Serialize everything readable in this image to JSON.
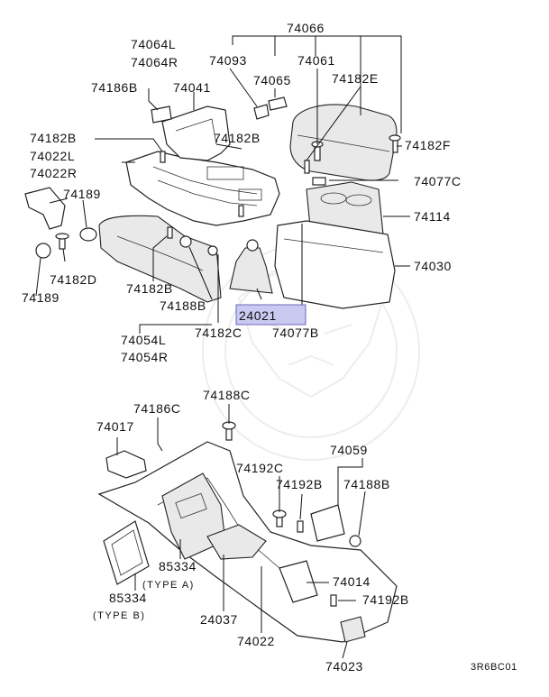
{
  "diagram": {
    "labels": {
      "p74066": "74066",
      "p74064L": "74064L",
      "p74064R": "74064R",
      "p74093": "74093",
      "p74061": "74061",
      "p74065": "74065",
      "p74182E": "74182E",
      "p74186B": "74186B",
      "p74041": "74041",
      "p74182B_a": "74182B",
      "p74182B_b": "74182B",
      "p74182F": "74182F",
      "p74022L": "74022L",
      "p74022R": "74022R",
      "p74077C": "74077C",
      "p74189_a": "74189",
      "p74114": "74114",
      "p74030": "74030",
      "p74182D": "74182D",
      "p74189_b": "74189",
      "p74182B_c": "74182B",
      "p74188B_a": "74188B",
      "p24021": "24021",
      "p74182C": "74182C",
      "p74077B": "74077B",
      "p74054L": "74054L",
      "p74054R": "74054R",
      "p74188C": "74188C",
      "p74186C": "74186C",
      "p74017": "74017",
      "p74059": "74059",
      "p74192C": "74192C",
      "p74192B_a": "74192B",
      "p74188B_b": "74188B",
      "p85334_a": "85334",
      "typeA": "(TYPE A)",
      "p74014": "74014",
      "p85334_b": "85334",
      "p74192B_b": "74192B",
      "typeB": "(TYPE B)",
      "p24037": "24037",
      "p74022": "74022",
      "p74023": "74023",
      "code": "3R6BC01"
    },
    "highlight_color": "#c9c9f2"
  }
}
